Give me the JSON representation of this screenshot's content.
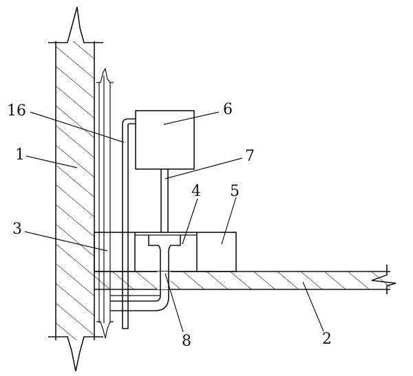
{
  "labels": {
    "l16": "16",
    "l1": "1",
    "l3": "3",
    "l6": "6",
    "l7": "7",
    "l4": "4",
    "l5": "5",
    "l8": "8",
    "l2": "2"
  },
  "colors": {
    "line": "#111111",
    "background": "#ffffff"
  }
}
